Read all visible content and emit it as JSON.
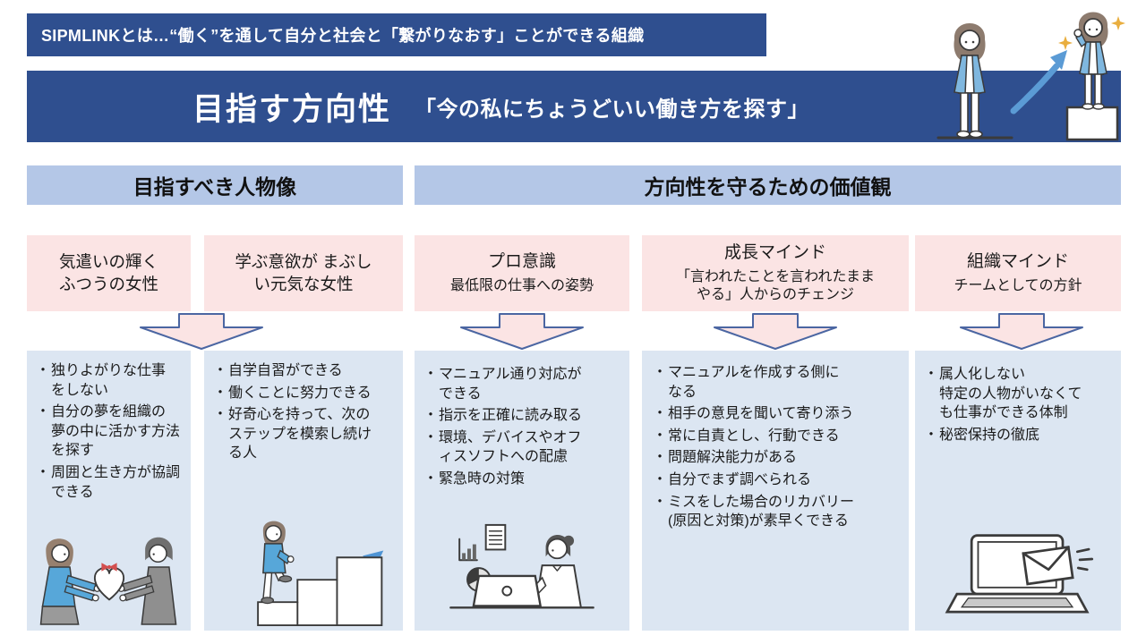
{
  "slide": {
    "definition_banner": "SIPMLINKとは…“働く”を通して自分と社会と「繋がりなおす」ことができる組織",
    "direction": {
      "title": "目指す方向性",
      "quote": "「今の私にちょうどいい働き方を探す」"
    },
    "section_headers": {
      "left": "目指すべき人物像",
      "right": "方向性を守るための価値観"
    },
    "bullet_char": "・",
    "columns": [
      {
        "box_title": "気遣いの輝く\nふつうの女性",
        "bullets": [
          "独りよがりな仕事\nをしない",
          "自分の夢を組織の\n夢の中に活かす方法\nを探す",
          "周囲と生き方が協調\nできる"
        ]
      },
      {
        "box_title": "学ぶ意欲が まぶし\nい元気な女性",
        "bullets": [
          "自学自習ができる",
          "働くことに努力できる",
          "好奇心を持って、次の\nステップを模索し続け\nる人"
        ]
      },
      {
        "box_title": "プロ意識",
        "box_subtitle": "最低限の仕事への姿勢",
        "bullets": [
          "マニュアル通り対応が\nできる",
          "指示を正確に読み取る",
          "環境、デバイスやオフ\nィスソフトへの配慮",
          "緊急時の対策"
        ]
      },
      {
        "box_title": "成長マインド",
        "box_subtitle": "「言われたことを言われたまま\nやる」人からのチェンジ",
        "bullets": [
          "マニュアルを作成する側に\nなる",
          "相手の意見を聞いて寄り添う",
          "常に自責とし、行動できる",
          "問題解決能力がある",
          "自分でまず調べられる",
          "ミスをした場合のリカバリー\n(原因と対策)が素早くできる"
        ]
      },
      {
        "box_title": "組織マインド",
        "box_subtitle": "チームとしての方針",
        "bullets": [
          "属人化しない\n特定の人物がいなくて\nも仕事ができる体制",
          "秘密保持の徹底"
        ]
      }
    ],
    "illustrations": {
      "hero": "two-women-step-up-growth",
      "column1": "handing-heart-gift",
      "column2": "climbing-stairs-upward-arrow",
      "column3": "woman-working-laptop-charts",
      "column5": "laptop-sending-email"
    },
    "colors": {
      "dark_blue": "#2F4F8F",
      "header_blue": "#B4C7E7",
      "pink": "#FBE4E4",
      "content_blue": "#DCE6F2",
      "arrow_outline": "#4B66A2",
      "growth_arrow_blue": "#5B9BD5",
      "sparkle_yellow": "#E9AE3F",
      "text": "#1A1A1A"
    }
  }
}
